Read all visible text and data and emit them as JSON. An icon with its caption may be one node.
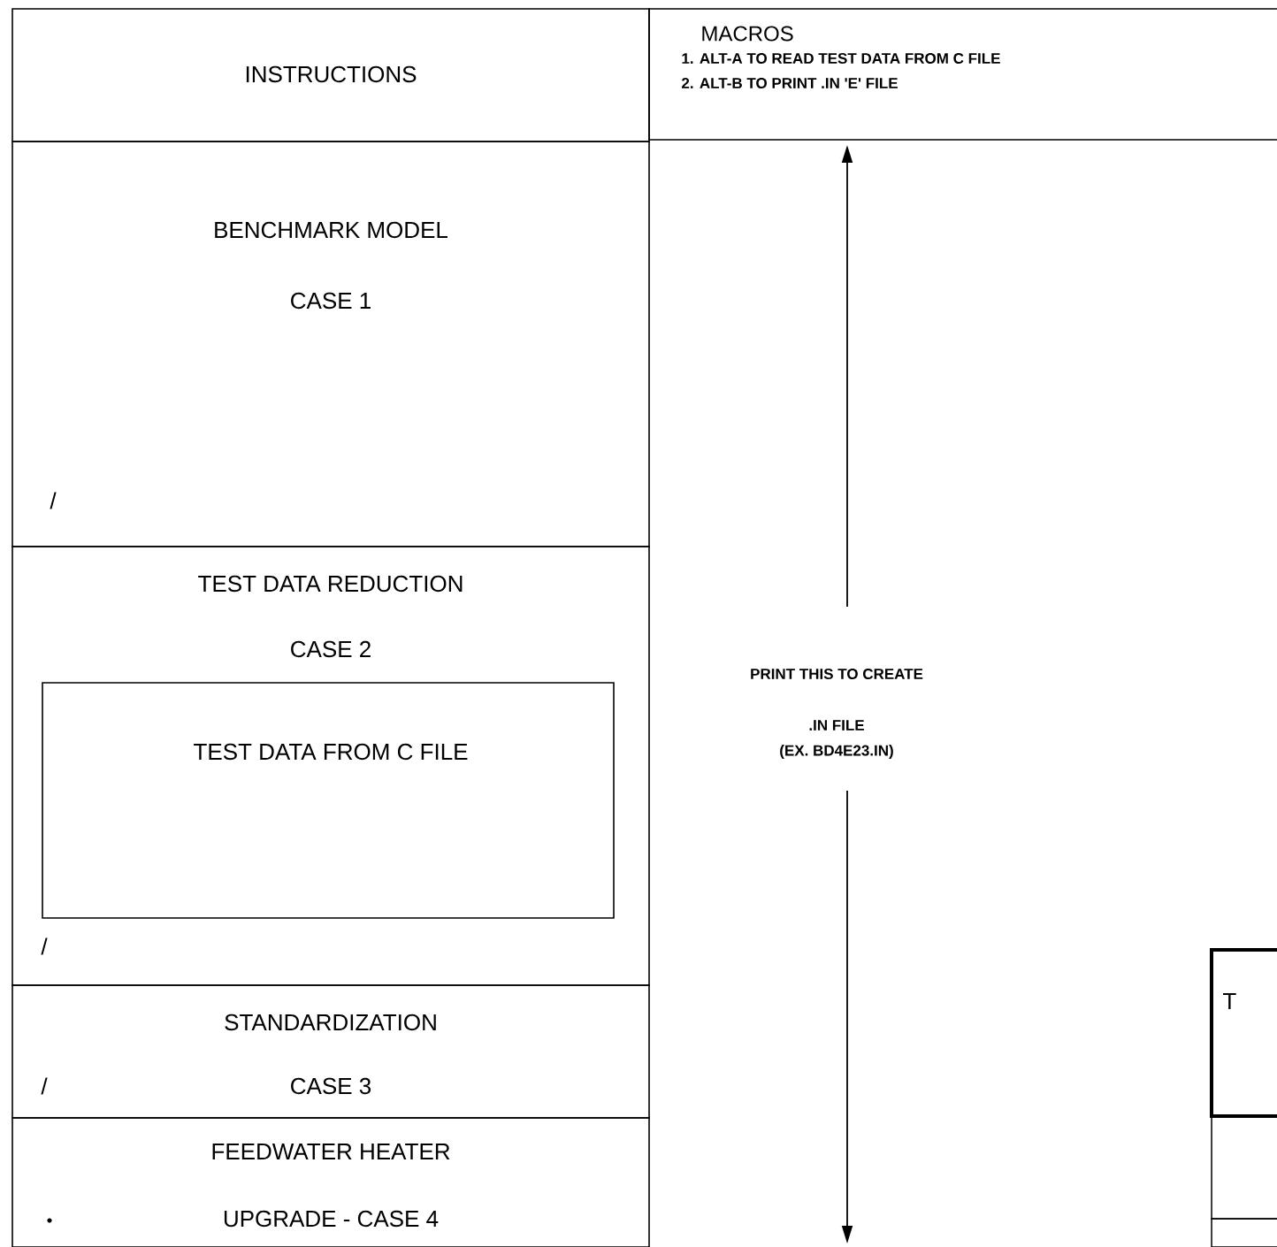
{
  "diagram": {
    "nodes": [
      {
        "text": [
          "INSTRUCTIONS"
        ]
      },
      {
        "text": [
          "BENCHMARK MODEL",
          "CASE 1"
        ]
      },
      {
        "text": [
          "TEST DATA REDUCTION",
          "CASE 2"
        ]
      },
      {
        "text": [
          "TEST DATA FROM C FILE"
        ],
        "in": 2
      },
      {
        "text": [
          "STANDARDIZATION",
          "CASE 3"
        ]
      },
      {
        "text": [
          "FEEDWATER HEATER",
          "UPGRADE - CASE 4"
        ]
      },
      {
        "text": [
          "MACROS",
          "1. ALT-A TO READ TEST DATA FROM C FILE",
          "2. ALT-B TO PRINT .IN 'E' FILE"
        ]
      },
      {
        "text": [
          "T"
        ]
      },
      {
        "text": [],
        "shape": "box"
      },
      {
        "text": [],
        "shape": "box"
      }
    ],
    "labels": [
      "/",
      "/",
      "/",
      "PRINT THIS TO CREATE",
      ".IN FILE",
      "(EX. BD4E23.IN)"
    ]
  }
}
